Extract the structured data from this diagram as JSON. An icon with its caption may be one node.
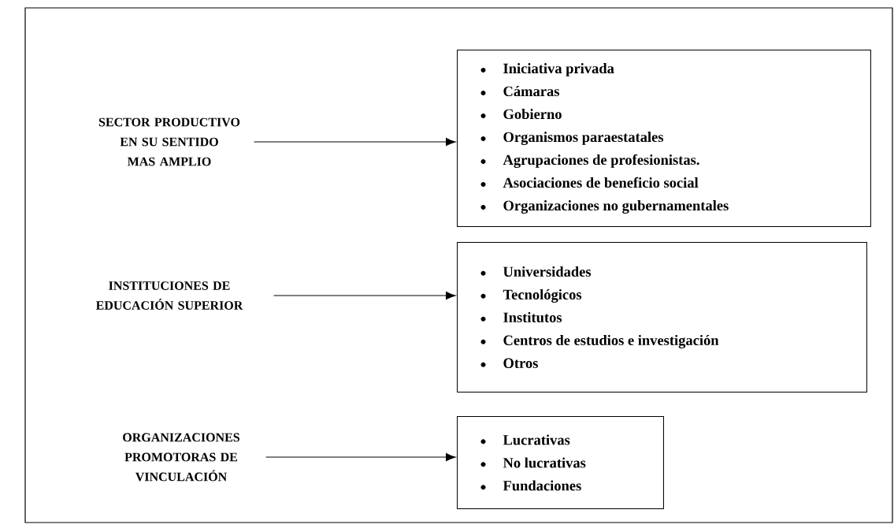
{
  "diagram": {
    "nodes": [
      {
        "text": [
          "SECTOR PRODUCTIVO EN SU SENTIDO MAS AMPLIO"
        ]
      },
      {
        "text": [
          "INSTITUCIONES DE EDUCACIÓN SUPERIOR"
        ]
      },
      {
        "text": [
          "ORGANIZACIONES PROMOTORAS DE VINCULACIÓN"
        ]
      },
      {
        "text": [
          "Iniciativa privada",
          "Cámaras",
          "Gobierno",
          "Organismos paraestatales",
          "Agrupaciones de profesionistas.",
          "Asociaciones de beneficio social",
          "Organizaciones no gubernamentales"
        ]
      },
      {
        "text": [
          "Universidades",
          "Tecnológicos",
          "Institutos",
          "Centros de estudios e investigación",
          "Otros"
        ]
      },
      {
        "text": [
          "Lucrativas",
          "No lucrativas",
          "Fundaciones"
        ]
      }
    ],
    "edges": [
      {
        "from": 0,
        "to": 3,
        "arrow": "to"
      },
      {
        "from": 1,
        "to": 4,
        "arrow": "to"
      },
      {
        "from": 2,
        "to": 5,
        "arrow": "to"
      }
    ]
  }
}
